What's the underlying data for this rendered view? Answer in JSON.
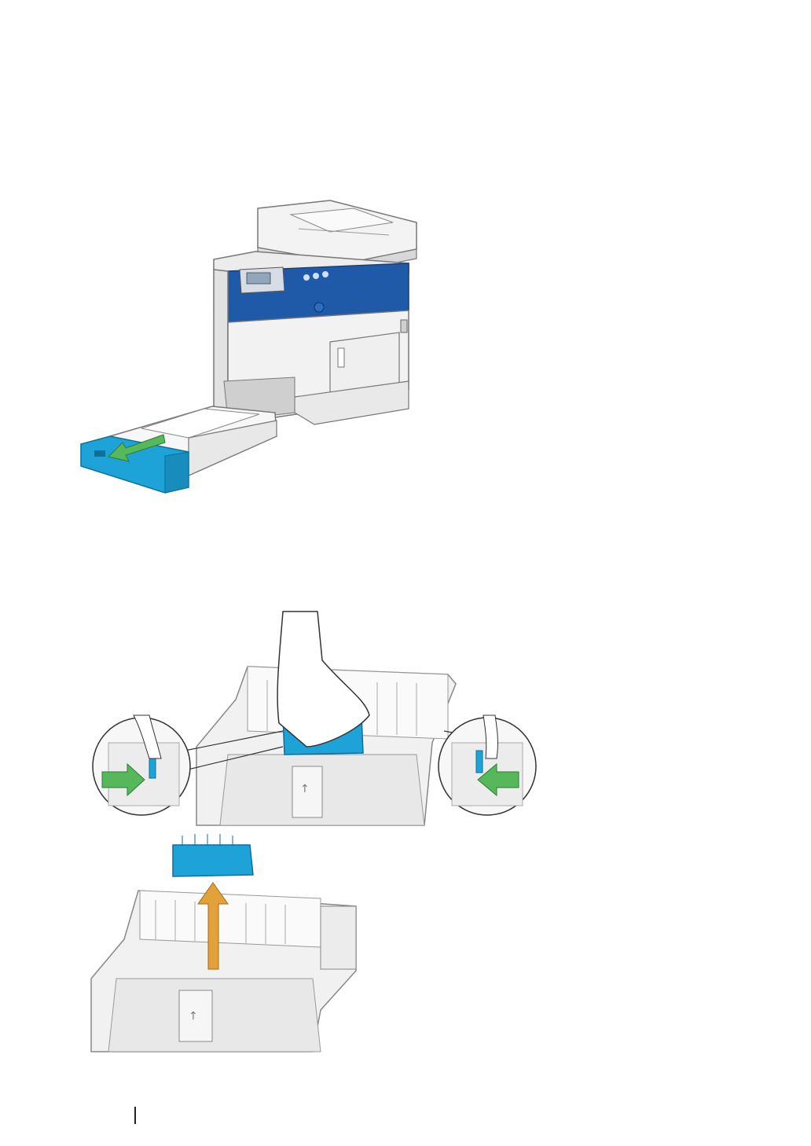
{
  "document": {
    "title": "",
    "page_number": ""
  },
  "figures": [
    {
      "id": "printer-tray-removal",
      "icon": "printer-illustration"
    },
    {
      "id": "tray-lever-release",
      "icon": "paper-tray-illustration"
    },
    {
      "id": "tray-component-lift",
      "icon": "paper-tray-illustration"
    }
  ],
  "colors": {
    "printer_blue": "#1f5aa8",
    "tray_blue": "#1ea3d8",
    "arrow_green": "#56b85a",
    "arrow_orange": "#e3a13a",
    "line_gray": "#777777",
    "body_gray": "#e6e6e6"
  }
}
